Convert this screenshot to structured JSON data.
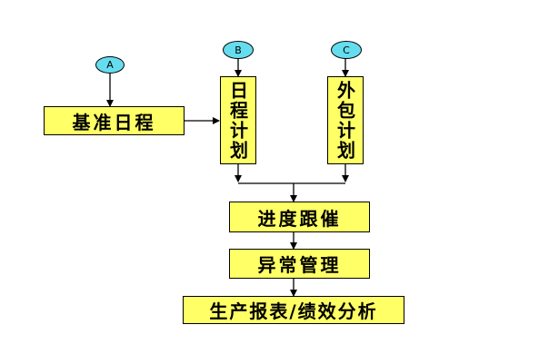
{
  "connectors": {
    "a": "A",
    "b": "B",
    "c": "C"
  },
  "nodes": {
    "baseline_schedule": "基准日程",
    "daily_plan": "日程计划",
    "outsourcing_plan": "外包计划",
    "progress_tracking": "进度跟催",
    "exception_management": "异常管理",
    "report_performance": "生产报表/绩效分析"
  },
  "colors": {
    "box_fill": "#ffff66",
    "connector_fill": "#66ddee",
    "line": "#000000"
  }
}
